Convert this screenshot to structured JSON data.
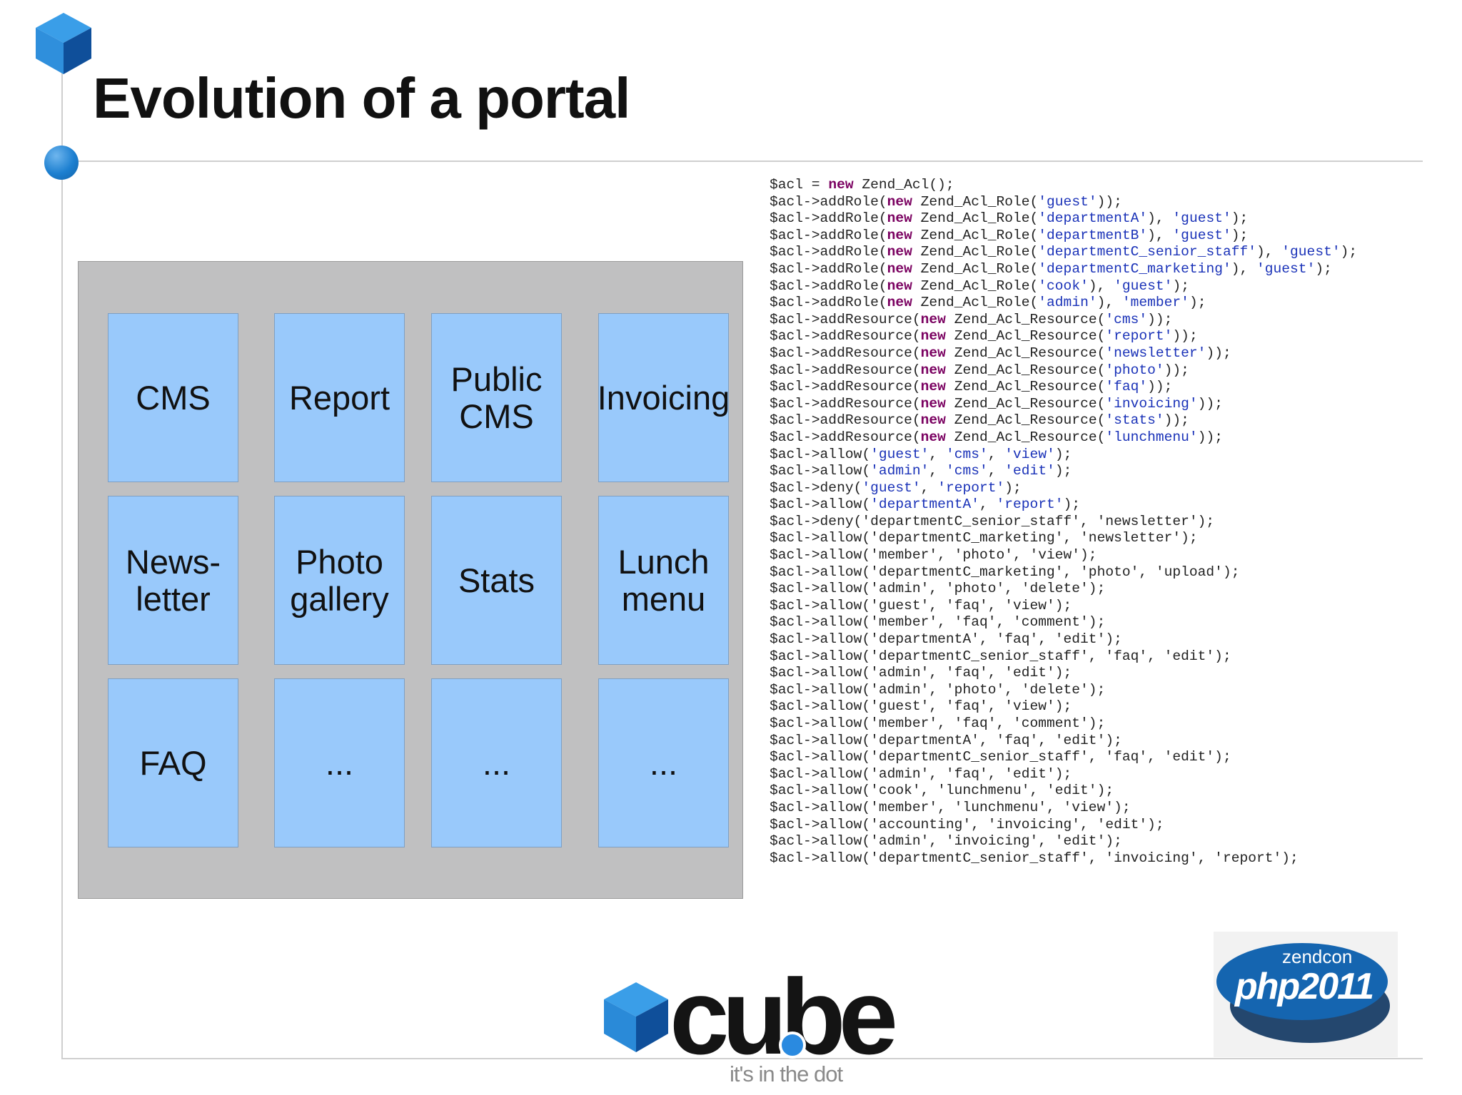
{
  "slide": {
    "title": "Evolution of a portal"
  },
  "modules": [
    {
      "label": "CMS"
    },
    {
      "label": "Report"
    },
    {
      "label": "Public\nCMS"
    },
    {
      "label": "Invoicing"
    },
    {
      "label": "News-\nletter"
    },
    {
      "label": "Photo\ngallery"
    },
    {
      "label": "Stats"
    },
    {
      "label": "Lunch\nmenu"
    },
    {
      "label": "FAQ"
    },
    {
      "label": "..."
    },
    {
      "label": "..."
    },
    {
      "label": "..."
    }
  ],
  "code_lines": [
    [
      [
        "t",
        "$acl = "
      ],
      [
        "k",
        "new"
      ],
      [
        "t",
        " Zend_Acl();"
      ]
    ],
    [
      [
        "t",
        "$acl->addRole("
      ],
      [
        "k",
        "new"
      ],
      [
        "t",
        " Zend_Acl_Role("
      ],
      [
        "s",
        "'guest'"
      ],
      [
        "t",
        "));"
      ]
    ],
    [
      [
        "t",
        "$acl->addRole("
      ],
      [
        "k",
        "new"
      ],
      [
        "t",
        " Zend_Acl_Role("
      ],
      [
        "s",
        "'departmentA'"
      ],
      [
        "t",
        "), "
      ],
      [
        "s",
        "'guest'"
      ],
      [
        "t",
        ");"
      ]
    ],
    [
      [
        "t",
        "$acl->addRole("
      ],
      [
        "k",
        "new"
      ],
      [
        "t",
        " Zend_Acl_Role("
      ],
      [
        "s",
        "'departmentB'"
      ],
      [
        "t",
        "), "
      ],
      [
        "s",
        "'guest'"
      ],
      [
        "t",
        ");"
      ]
    ],
    [
      [
        "t",
        "$acl->addRole("
      ],
      [
        "k",
        "new"
      ],
      [
        "t",
        " Zend_Acl_Role("
      ],
      [
        "s",
        "'departmentC_senior_staff'"
      ],
      [
        "t",
        "), "
      ],
      [
        "s",
        "'guest'"
      ],
      [
        "t",
        ");"
      ]
    ],
    [
      [
        "t",
        "$acl->addRole("
      ],
      [
        "k",
        "new"
      ],
      [
        "t",
        " Zend_Acl_Role("
      ],
      [
        "s",
        "'departmentC_marketing'"
      ],
      [
        "t",
        "), "
      ],
      [
        "s",
        "'guest'"
      ],
      [
        "t",
        ");"
      ]
    ],
    [
      [
        "t",
        "$acl->addRole("
      ],
      [
        "k",
        "new"
      ],
      [
        "t",
        " Zend_Acl_Role("
      ],
      [
        "s",
        "'cook'"
      ],
      [
        "t",
        "), "
      ],
      [
        "s",
        "'guest'"
      ],
      [
        "t",
        ");"
      ]
    ],
    [
      [
        "t",
        "$acl->addRole("
      ],
      [
        "k",
        "new"
      ],
      [
        "t",
        " Zend_Acl_Role("
      ],
      [
        "s",
        "'admin'"
      ],
      [
        "t",
        "), "
      ],
      [
        "s",
        "'member'"
      ],
      [
        "t",
        ");"
      ]
    ],
    [
      [
        "t",
        "$acl->addResource("
      ],
      [
        "k",
        "new"
      ],
      [
        "t",
        " Zend_Acl_Resource("
      ],
      [
        "s",
        "'cms'"
      ],
      [
        "t",
        "));"
      ]
    ],
    [
      [
        "t",
        "$acl->addResource("
      ],
      [
        "k",
        "new"
      ],
      [
        "t",
        " Zend_Acl_Resource("
      ],
      [
        "s",
        "'report'"
      ],
      [
        "t",
        "));"
      ]
    ],
    [
      [
        "t",
        "$acl->addResource("
      ],
      [
        "k",
        "new"
      ],
      [
        "t",
        " Zend_Acl_Resource("
      ],
      [
        "s",
        "'newsletter'"
      ],
      [
        "t",
        "));"
      ]
    ],
    [
      [
        "t",
        "$acl->addResource("
      ],
      [
        "k",
        "new"
      ],
      [
        "t",
        " Zend_Acl_Resource("
      ],
      [
        "s",
        "'photo'"
      ],
      [
        "t",
        "));"
      ]
    ],
    [
      [
        "t",
        "$acl->addResource("
      ],
      [
        "k",
        "new"
      ],
      [
        "t",
        " Zend_Acl_Resource("
      ],
      [
        "s",
        "'faq'"
      ],
      [
        "t",
        "));"
      ]
    ],
    [
      [
        "t",
        "$acl->addResource("
      ],
      [
        "k",
        "new"
      ],
      [
        "t",
        " Zend_Acl_Resource("
      ],
      [
        "s",
        "'invoicing'"
      ],
      [
        "t",
        "));"
      ]
    ],
    [
      [
        "t",
        "$acl->addResource("
      ],
      [
        "k",
        "new"
      ],
      [
        "t",
        " Zend_Acl_Resource("
      ],
      [
        "s",
        "'stats'"
      ],
      [
        "t",
        "));"
      ]
    ],
    [
      [
        "t",
        "$acl->addResource("
      ],
      [
        "k",
        "new"
      ],
      [
        "t",
        " Zend_Acl_Resource("
      ],
      [
        "s",
        "'lunchmenu'"
      ],
      [
        "t",
        "));"
      ]
    ],
    [
      [
        "t",
        "$acl->allow("
      ],
      [
        "s",
        "'guest'"
      ],
      [
        "t",
        ", "
      ],
      [
        "s",
        "'cms'"
      ],
      [
        "t",
        ", "
      ],
      [
        "s",
        "'view'"
      ],
      [
        "t",
        ");"
      ]
    ],
    [
      [
        "t",
        "$acl->allow("
      ],
      [
        "s",
        "'admin'"
      ],
      [
        "t",
        ", "
      ],
      [
        "s",
        "'cms'"
      ],
      [
        "t",
        ", "
      ],
      [
        "s",
        "'edit'"
      ],
      [
        "t",
        ");"
      ]
    ],
    [
      [
        "t",
        "$acl->deny("
      ],
      [
        "s",
        "'guest'"
      ],
      [
        "t",
        ", "
      ],
      [
        "s",
        "'report'"
      ],
      [
        "t",
        ");"
      ]
    ],
    [
      [
        "t",
        "$acl->allow("
      ],
      [
        "s",
        "'departmentA'"
      ],
      [
        "t",
        ", "
      ],
      [
        "s",
        "'report'"
      ],
      [
        "t",
        ");"
      ]
    ],
    [
      [
        "t",
        "$acl->deny('departmentC_senior_staff', 'newsletter');"
      ]
    ],
    [
      [
        "t",
        "$acl->allow('departmentC_marketing', 'newsletter');"
      ]
    ],
    [
      [
        "t",
        "$acl->allow('member', 'photo', 'view');"
      ]
    ],
    [
      [
        "t",
        "$acl->allow('departmentC_marketing', 'photo', 'upload');"
      ]
    ],
    [
      [
        "t",
        "$acl->allow('admin', 'photo', 'delete');"
      ]
    ],
    [
      [
        "t",
        "$acl->allow('guest', 'faq', 'view');"
      ]
    ],
    [
      [
        "t",
        "$acl->allow('member', 'faq', 'comment');"
      ]
    ],
    [
      [
        "t",
        "$acl->allow('departmentA', 'faq', 'edit');"
      ]
    ],
    [
      [
        "t",
        "$acl->allow('departmentC_senior_staff', 'faq', 'edit');"
      ]
    ],
    [
      [
        "t",
        "$acl->allow('admin', 'faq', 'edit');"
      ]
    ],
    [
      [
        "t",
        "$acl->allow('admin', 'photo', 'delete');"
      ]
    ],
    [
      [
        "t",
        "$acl->allow('guest', 'faq', 'view');"
      ]
    ],
    [
      [
        "t",
        "$acl->allow('member', 'faq', 'comment');"
      ]
    ],
    [
      [
        "t",
        "$acl->allow('departmentA', 'faq', 'edit');"
      ]
    ],
    [
      [
        "t",
        "$acl->allow('departmentC_senior_staff', 'faq', 'edit');"
      ]
    ],
    [
      [
        "t",
        "$acl->allow('admin', 'faq', 'edit');"
      ]
    ],
    [
      [
        "t",
        "$acl->allow('cook', 'lunchmenu', 'edit');"
      ]
    ],
    [
      [
        "t",
        "$acl->allow('member', 'lunchmenu', 'view');"
      ]
    ],
    [
      [
        "t",
        "$acl->allow('accounting', 'invoicing', 'edit');"
      ]
    ],
    [
      [
        "t",
        "$acl->allow('admin', 'invoicing', 'edit');"
      ]
    ],
    [
      [
        "t",
        "$acl->allow('departmentC_senior_staff', 'invoicing', 'report');"
      ]
    ]
  ],
  "footer": {
    "brand_name": "cube",
    "tagline": "it's in the dot",
    "sponsor_small": "zendcon",
    "sponsor_large": "php2011"
  }
}
